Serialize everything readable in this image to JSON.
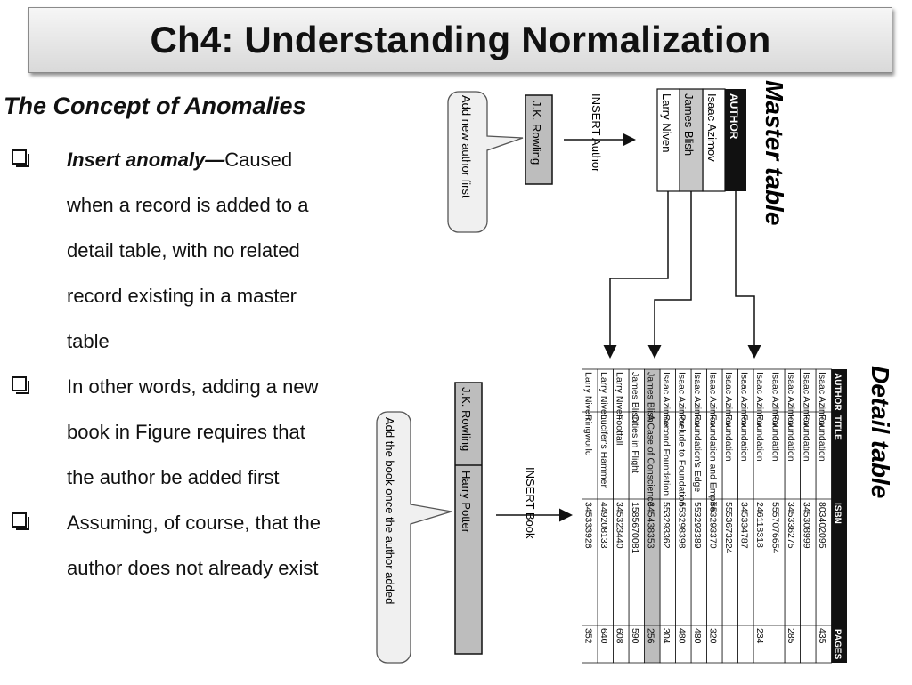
{
  "slide": {
    "title": "Ch4: Understanding Normalization",
    "heading": "The Concept of Anomalies",
    "bullets": [
      {
        "em": "Insert anomaly—",
        "text": "Caused when a record is added to a detail table, with no related record existing in a master table"
      },
      {
        "em": "",
        "text": "In other words, adding a new book in Figure requires that the author be added first"
      },
      {
        "em": "",
        "text": "Assuming, of course, that the author does not already exist"
      }
    ]
  },
  "figure": {
    "master_title": "Master table",
    "master_header": "AUTHOR",
    "master_rows": [
      "Isaac Azimov",
      "James Blish",
      "Larry Niven"
    ],
    "insert_author_label": "INSERT Author",
    "new_author": "J.K. Rowling",
    "callout_author": "Add new author first",
    "detail_title": "Detail table",
    "detail_headers": [
      "AUTHOR",
      "TITLE",
      "ISBN",
      "PAGES"
    ],
    "detail_rows": [
      [
        "Isaac Azimov",
        "Foundation",
        "803402095",
        "435"
      ],
      [
        "Isaac Azimov",
        "Foundation",
        "345308999",
        ""
      ],
      [
        "Isaac Azimov",
        "Foundation",
        "345336275",
        "285"
      ],
      [
        "Isaac Azimov",
        "Foundation",
        "5557076654",
        ""
      ],
      [
        "Isaac Azimov",
        "Foundation",
        "246118318",
        "234"
      ],
      [
        "Isaac Azimov",
        "Foundation",
        "345334787",
        ""
      ],
      [
        "Isaac Azimov",
        "Foundation",
        "5553673224",
        ""
      ],
      [
        "Isaac Azimov",
        "Foundation and Empire",
        "553293370",
        "320"
      ],
      [
        "Isaac Azimov",
        "Foundation's Edge",
        "553293389",
        "480"
      ],
      [
        "Isaac Azimov",
        "Prelude to Foundation",
        "553298398",
        "480"
      ],
      [
        "Isaac Azimov",
        "Second Foundation",
        "553293362",
        "304"
      ],
      [
        "James Blish",
        "A Case of Conscience",
        "345438353",
        "256"
      ],
      [
        "James Blish",
        "Cities in Flight",
        "1585670081",
        "590"
      ],
      [
        "Larry Niven",
        "Footfall",
        "345323440",
        "608"
      ],
      [
        "Larry Niven",
        "Lucifer's Hammer",
        "449208133",
        "640"
      ],
      [
        "Larry Niven",
        "Ringworld",
        "345333926",
        "352"
      ]
    ],
    "insert_book_label": "INSERT Book",
    "new_book_author": "J.K. Rowling",
    "new_book_title": "Harry Potter",
    "callout_book": "Add the book once the author added"
  }
}
